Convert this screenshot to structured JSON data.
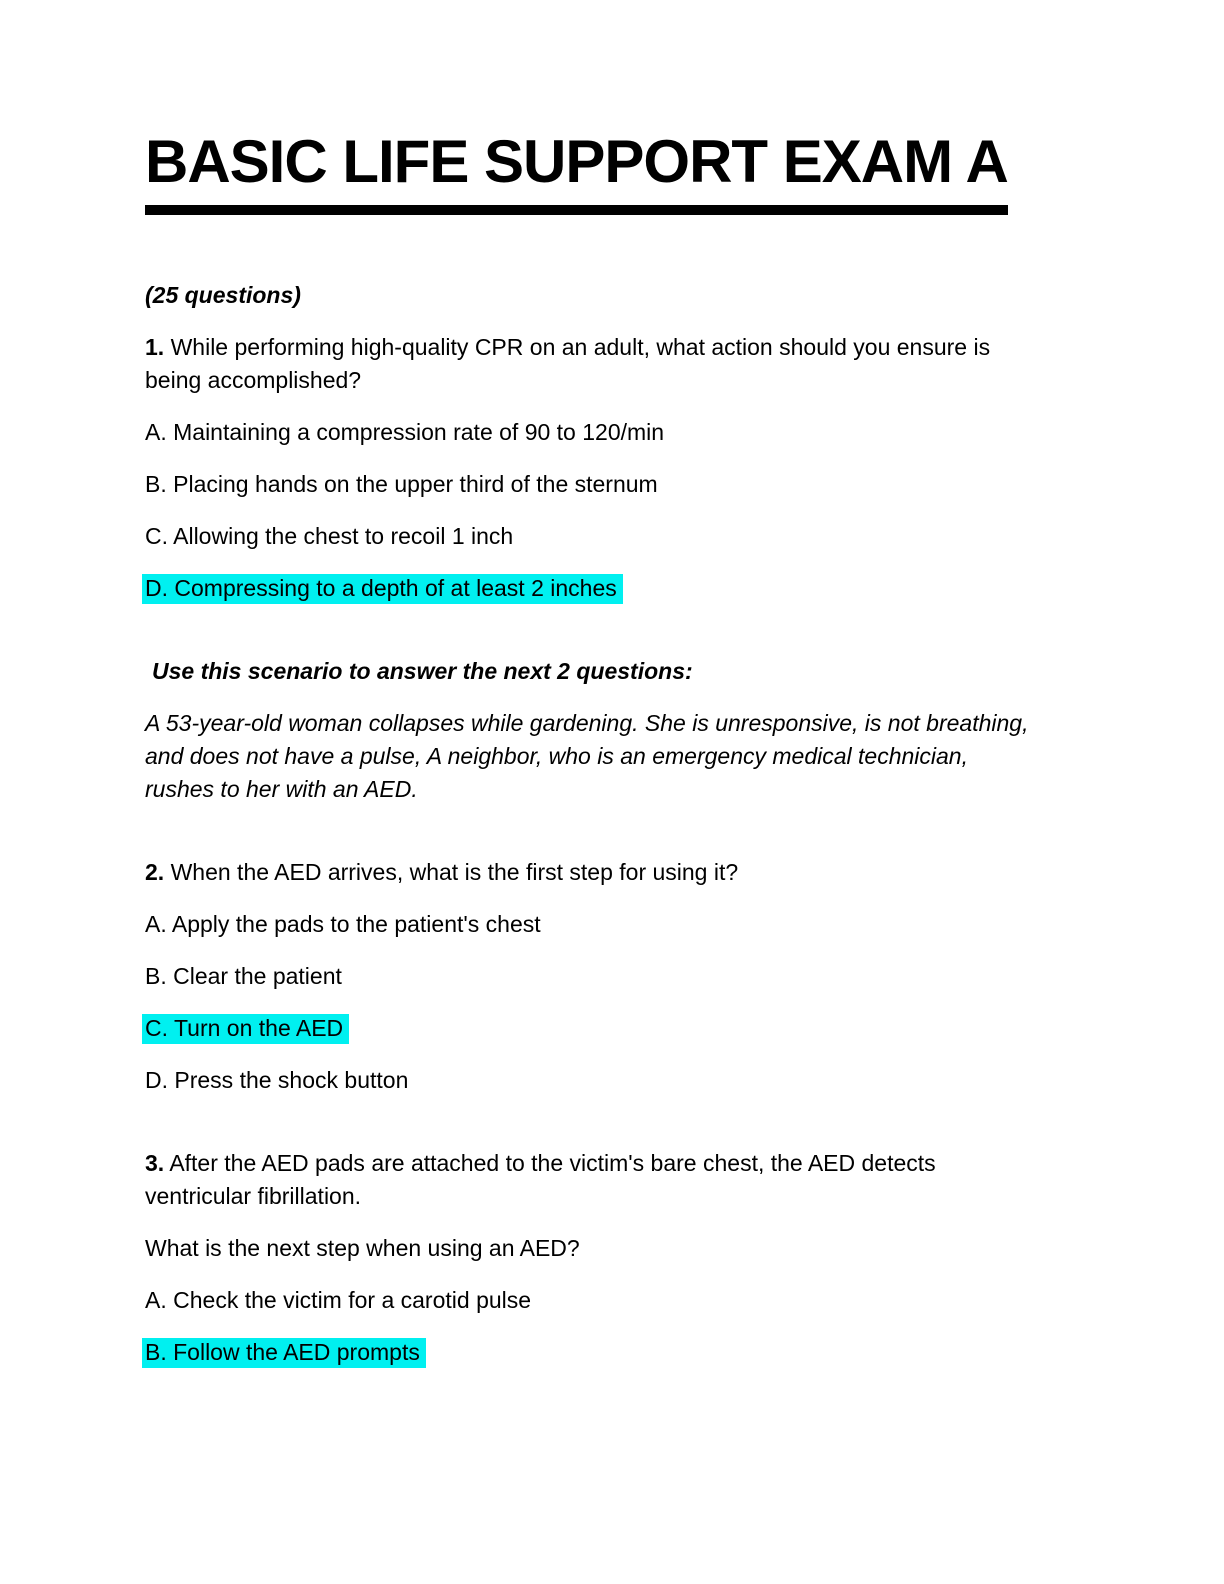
{
  "document": {
    "title": "BASIC LIFE SUPPORT EXAM A",
    "question_count_note": "(25 questions)"
  },
  "scenario": {
    "heading": "Use this scenario to answer the next 2 questions:",
    "body": "A 53-year-old woman collapses while gardening. She is unresponsive, is not breathing,\nand does not have a pulse, A neighbor, who is an emergency medical technician,\nrushes to her with an AED."
  },
  "questions": [
    {
      "number": "1.",
      "text": "While performing high-quality CPR on an adult, what action should you ensure is\nbeing accomplished?",
      "options": [
        {
          "label": "A. Maintaining a compression rate of 90 to 120/min",
          "highlighted": false
        },
        {
          "label": "B. Placing hands on the upper third of the sternum",
          "highlighted": false
        },
        {
          "label": "C. Allowing the chest to recoil 1 inch",
          "highlighted": false
        },
        {
          "label": "D. Compressing to a depth of at least 2 inches",
          "highlighted": true
        }
      ]
    },
    {
      "number": "2.",
      "text": "When the AED arrives, what is the first step for using it?",
      "options": [
        {
          "label": "A. Apply the pads to the patient's chest",
          "highlighted": false
        },
        {
          "label": "B. Clear the patient",
          "highlighted": false
        },
        {
          "label": "C. Turn on the AED",
          "highlighted": true
        },
        {
          "label": "D. Press the shock button",
          "highlighted": false
        }
      ]
    },
    {
      "number": "3.",
      "text": "After the AED pads are attached to the victim's bare chest, the AED detects\nventricular fibrillation.",
      "followup": "What is the next step when using an AED?",
      "options": [
        {
          "label": "A. Check the victim for a carotid pulse",
          "highlighted": false
        },
        {
          "label": "B. Follow the AED prompts",
          "highlighted": true
        }
      ]
    }
  ],
  "colors": {
    "highlight": "#00f0f0",
    "text": "#000000",
    "page_background": "#ffffff"
  }
}
